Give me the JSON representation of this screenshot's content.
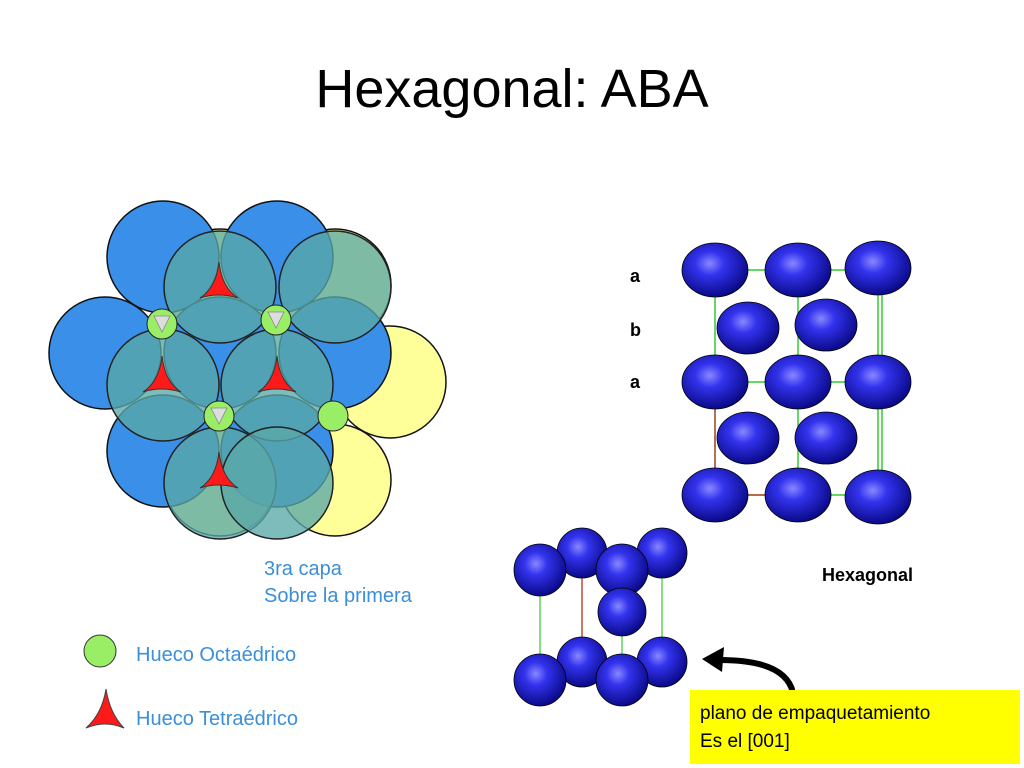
{
  "slide": {
    "title": "Hexagonal: ABA",
    "caption_line1": "3ra capa",
    "caption_line2": "Sobre la primera"
  },
  "legend": {
    "octahedral_label": "Hueco Octaédrico",
    "tetrahedral_label": "Hueco Tetraédrico",
    "octahedral_color": "#99ee66",
    "tetrahedral_color": "#ff1a1a"
  },
  "layers": [
    "a",
    "b",
    "a"
  ],
  "structure_label": "Hexagonal",
  "note": {
    "line1": "plano de empaquetamiento",
    "line2": "Es el [001]"
  },
  "colors": {
    "layer_a": "#3a8fe8",
    "layer_b": "#ffff99",
    "layer_c": "#5aa8a8",
    "atom": "#1a1acc",
    "bond": "#33cc33",
    "axis": "#cc2222"
  }
}
